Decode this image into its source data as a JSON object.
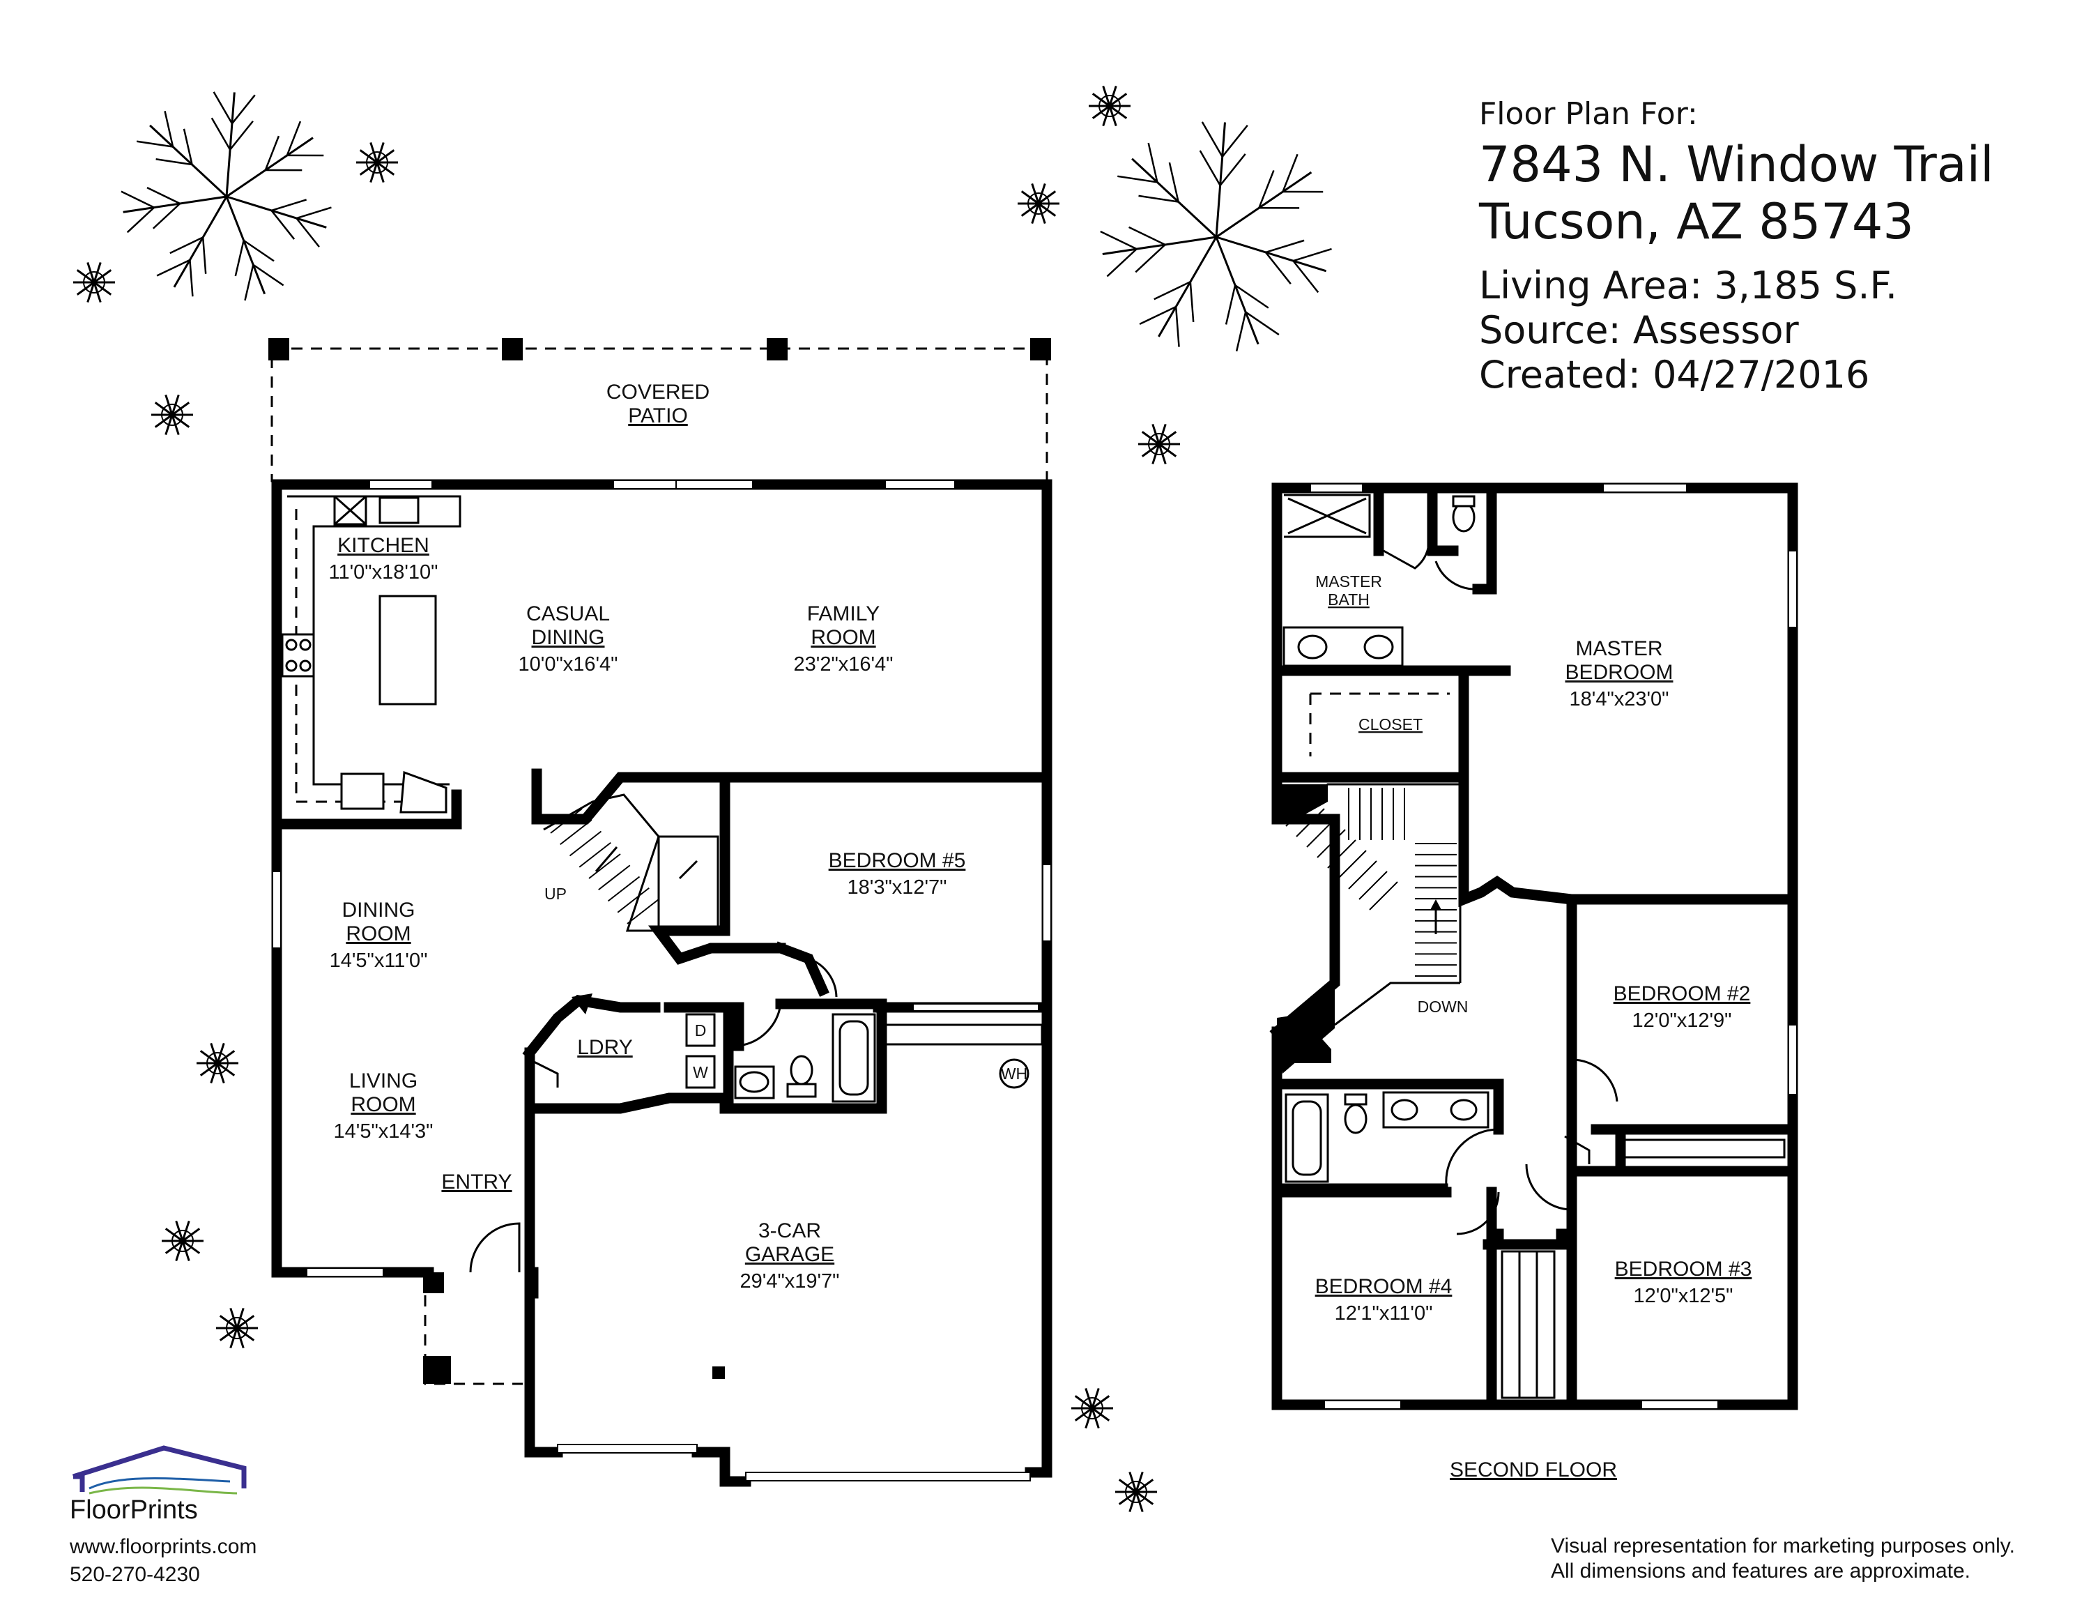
{
  "header": {
    "floor_plan_for": "Floor Plan For:",
    "address_line1": "7843 N. Window Trail",
    "address_line2": "Tucson, AZ 85743",
    "living_area": "Living Area:  3,185 S.F.",
    "source": "Source:  Assessor",
    "created": "Created:  04/27/2016"
  },
  "first_floor": {
    "covered_patio": [
      "COVERED",
      "PATIO"
    ],
    "kitchen": {
      "name": "KITCHEN",
      "dim": "11'0\"x18'10\""
    },
    "casual_dining": {
      "name": [
        "CASUAL",
        "DINING"
      ],
      "dim": "10'0\"x16'4\""
    },
    "family_room": {
      "name": [
        "FAMILY",
        "ROOM"
      ],
      "dim": "23'2\"x16'4\""
    },
    "bedroom5": {
      "name": "BEDROOM #5",
      "dim": "18'3\"x12'7\""
    },
    "dining_room": {
      "name": [
        "DINING",
        "ROOM"
      ],
      "dim": "14'5\"x11'0\""
    },
    "living_room": {
      "name": [
        "LIVING",
        "ROOM"
      ],
      "dim": "14'5\"x14'3\""
    },
    "laundry": "LDRY",
    "dryer": "D",
    "washer": "W",
    "water_heater": "WH",
    "stairs_up": "UP",
    "entry": "ENTRY",
    "garage": {
      "name": [
        "3-CAR",
        "GARAGE"
      ],
      "dim": "29'4\"x19'7\""
    }
  },
  "second_floor": {
    "label": "SECOND FLOOR",
    "master_bath": [
      "MASTER",
      "BATH"
    ],
    "closet": "CLOSET",
    "master_bedroom": {
      "name": [
        "MASTER",
        "BEDROOM"
      ],
      "dim": "18'4\"x23'0\""
    },
    "stairs_down": "DOWN",
    "bedroom2": {
      "name": "BEDROOM #2",
      "dim": "12'0\"x12'9\""
    },
    "bedroom3": {
      "name": "BEDROOM #3",
      "dim": "12'0\"x12'5\""
    },
    "bedroom4": {
      "name": "BEDROOM #4",
      "dim": "12'1\"x11'0\""
    }
  },
  "footer": {
    "brand": "FloorPrints",
    "website": "www.floorprints.com",
    "phone": "520-270-4230",
    "disclaimer_line1": "Visual representation for marketing purposes only.",
    "disclaimer_line2": "All dimensions and features are approximate."
  },
  "colors": {
    "logo_roof": "#3a2f8f",
    "logo_text": "#1f5fa8",
    "logo_swoosh": "#7ab648"
  }
}
